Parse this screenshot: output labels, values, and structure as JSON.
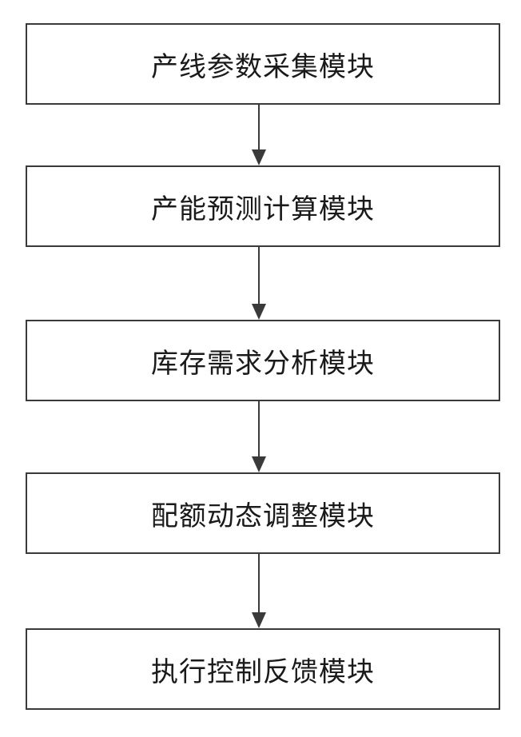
{
  "flowchart": {
    "steps": [
      {
        "label": "产线参数采集模块"
      },
      {
        "label": "产能预测计算模块"
      },
      {
        "label": "库存需求分析模块"
      },
      {
        "label": "配额动态调整模块"
      },
      {
        "label": "执行控制反馈模块"
      }
    ]
  }
}
